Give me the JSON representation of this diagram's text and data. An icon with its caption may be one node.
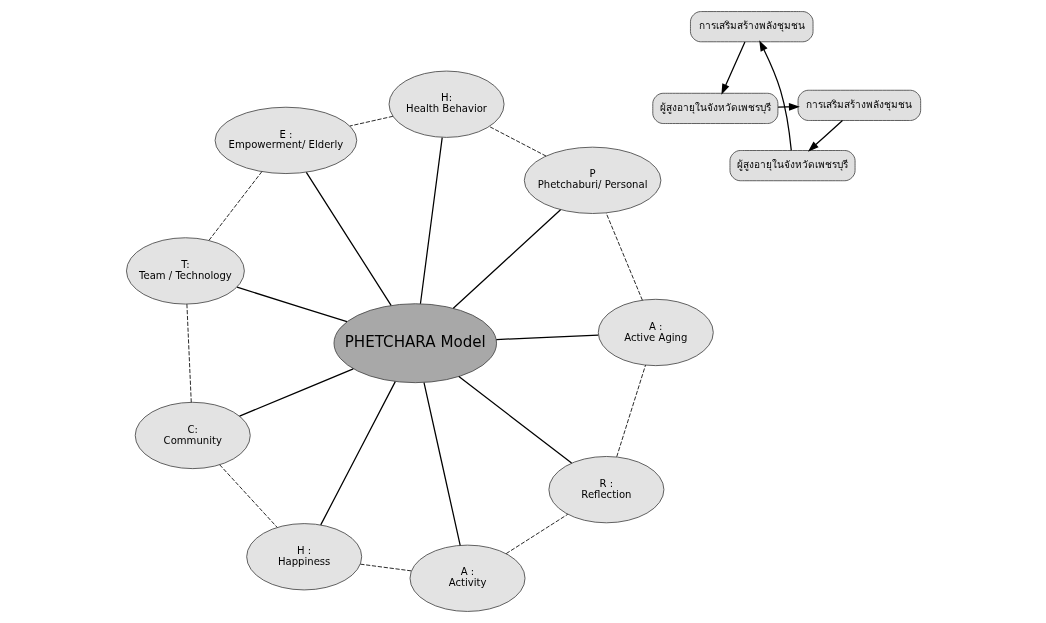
{
  "diagram": {
    "nodes": [
      {
        "text": [
          "ผู้สูงอายุในจังหวัดเพชรบุรี"
        ]
      },
      {
        "text": [
          "การเสริมสร้างพลังชุมชน"
        ]
      },
      {
        "text": [
          "ผู้สูงอายุในจังหวัดเพชรบุรี"
        ]
      },
      {
        "text": [
          "การเสริมสร้างพลังชุมชน"
        ]
      },
      {
        "text": [
          "PHETCHARA Model"
        ]
      },
      {
        "text": [
          "A :",
          "Active Aging"
        ]
      },
      {
        "text": [
          "P",
          "Phetchaburi/ Personal"
        ]
      },
      {
        "text": [
          "H:",
          "Health Behavior"
        ]
      },
      {
        "text": [
          "E :",
          "Empowerment/ Elderly"
        ]
      },
      {
        "text": [
          "T:",
          "Team / Technology"
        ]
      },
      {
        "text": [
          "C:",
          "Community"
        ]
      },
      {
        "text": [
          "H :",
          "Happiness"
        ]
      },
      {
        "text": [
          "A :",
          "Activity"
        ]
      },
      {
        "text": [
          "R :",
          "Reflection"
        ]
      }
    ],
    "edges": [
      {
        "from": 3,
        "to": 0,
        "arrow": "to"
      },
      {
        "from": 0,
        "to": 1,
        "arrow": "to"
      },
      {
        "from": 1,
        "to": 2,
        "arrow": "to"
      },
      {
        "from": 2,
        "to": 3,
        "arrow": "to"
      },
      {
        "from": 4,
        "to": 5,
        "arrow": "none"
      },
      {
        "from": 4,
        "to": 6,
        "arrow": "none"
      },
      {
        "from": 4,
        "to": 7,
        "arrow": "none"
      },
      {
        "from": 4,
        "to": 8,
        "arrow": "none"
      },
      {
        "from": 4,
        "to": 9,
        "arrow": "none"
      },
      {
        "from": 4,
        "to": 10,
        "arrow": "none"
      },
      {
        "from": 4,
        "to": 11,
        "arrow": "none"
      },
      {
        "from": 4,
        "to": 12,
        "arrow": "none"
      },
      {
        "from": 4,
        "to": 13,
        "arrow": "none"
      },
      {
        "from": 5,
        "to": 6,
        "arrow": "none",
        "style": "dashed"
      },
      {
        "from": 6,
        "to": 7,
        "arrow": "none",
        "style": "dashed"
      },
      {
        "from": 7,
        "to": 8,
        "arrow": "none",
        "style": "dashed"
      },
      {
        "from": 8,
        "to": 9,
        "arrow": "none",
        "style": "dashed"
      },
      {
        "from": 9,
        "to": 10,
        "arrow": "none",
        "style": "dashed"
      },
      {
        "from": 10,
        "to": 11,
        "arrow": "none",
        "style": "dashed"
      },
      {
        "from": 11,
        "to": 12,
        "arrow": "none",
        "style": "dashed"
      },
      {
        "from": 12,
        "to": 13,
        "arrow": "none",
        "style": "dashed"
      },
      {
        "from": 13,
        "to": 5,
        "arrow": "none",
        "style": "dashed"
      }
    ]
  }
}
